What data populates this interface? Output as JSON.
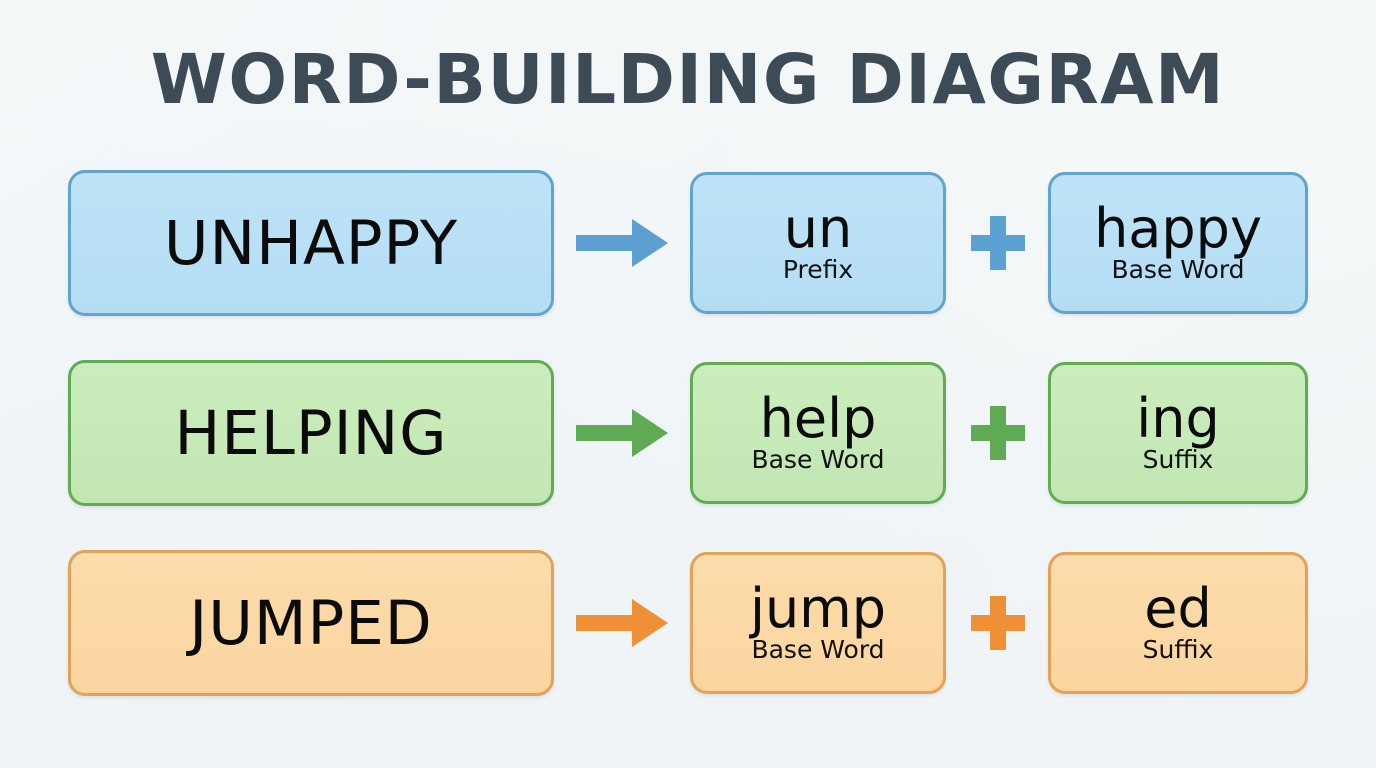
{
  "title": "WORD-BUILDING DIAGRAM",
  "colors": {
    "background": "#f1f5f9",
    "title_text": "#3d4b56",
    "word_text": "#0b0b0b",
    "blue_fill": "#b8e0f5",
    "blue_border": "#63a4cd",
    "blue_accent": "#5c9fd0",
    "green_fill": "#c6e9b8",
    "green_border": "#62ab54",
    "green_accent": "#5fab53",
    "orange_fill": "#fad9a5",
    "orange_border": "#e2a257",
    "orange_accent": "#ef9036"
  },
  "icons": {
    "arrow": "arrow-right-icon",
    "plus": "plus-icon"
  },
  "rows": [
    {
      "theme": "blue",
      "whole_word": "UNHAPPY",
      "arrow": "→",
      "operator": "+",
      "part_a": {
        "text": "un",
        "role": "Prefix"
      },
      "part_b": {
        "text": "happy",
        "role": "Base Word"
      }
    },
    {
      "theme": "green",
      "whole_word": "HELPING",
      "arrow": "→",
      "operator": "+",
      "part_a": {
        "text": "help",
        "role": "Base Word"
      },
      "part_b": {
        "text": "ing",
        "role": "Suffix"
      }
    },
    {
      "theme": "orange",
      "whole_word": "JUMPED",
      "arrow": "→",
      "operator": "+",
      "part_a": {
        "text": "jump",
        "role": "Base Word"
      },
      "part_b": {
        "text": "ed",
        "role": "Suffix"
      }
    }
  ]
}
